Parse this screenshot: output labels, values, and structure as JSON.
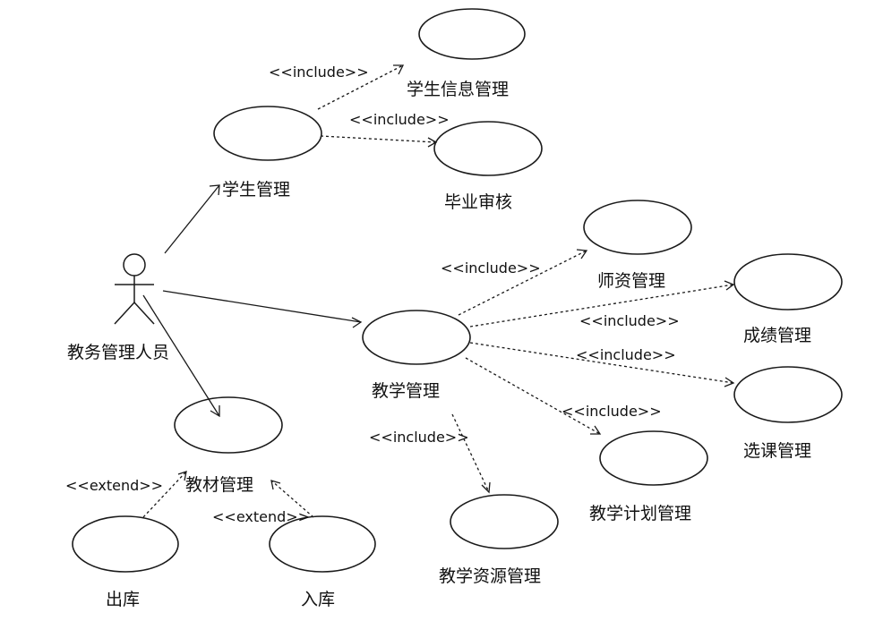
{
  "actor": {
    "label": "教务管理人员"
  },
  "use_cases": {
    "student_mgmt": "学生管理",
    "student_info_mgmt": "学生信息管理",
    "graduation_review": "毕业审核",
    "teaching_mgmt": "教学管理",
    "faculty_mgmt": "师资管理",
    "grade_mgmt": "成绩管理",
    "course_selection_mgmt": "选课管理",
    "teaching_plan_mgmt": "教学计划管理",
    "teaching_resource_mgmt": "教学资源管理",
    "textbook_mgmt": "教材管理",
    "outbound": "出库",
    "inbound": "入库"
  },
  "relations": {
    "include": "<<include>>",
    "extend": "<<extend>>"
  }
}
